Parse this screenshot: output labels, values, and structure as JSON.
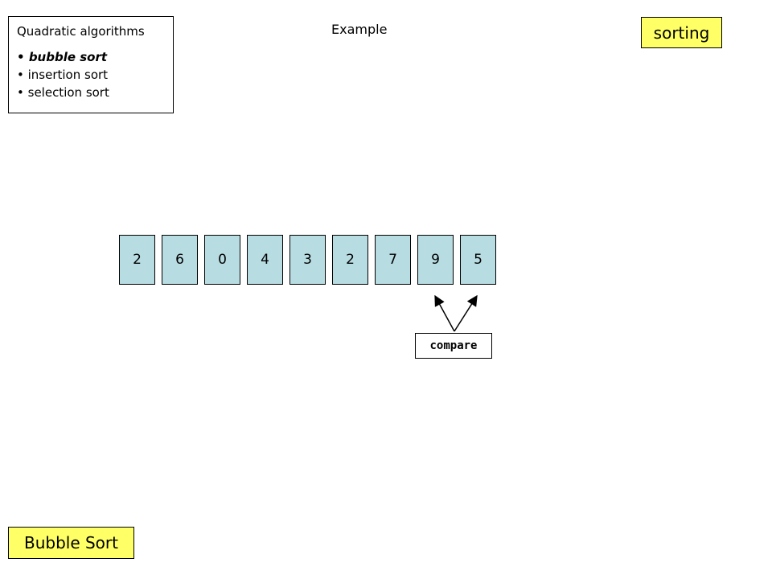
{
  "algorithms": {
    "title": "Quadratic algorithms",
    "items": [
      {
        "label": "bubble sort",
        "active": true
      },
      {
        "label": "insertion sort",
        "active": false
      },
      {
        "label": "selection sort",
        "active": false
      }
    ]
  },
  "example_label": "Example",
  "topic_tag": "sorting",
  "slide_title": "Bubble Sort",
  "array": {
    "values": [
      "2",
      "6",
      "0",
      "4",
      "3",
      "2",
      "7",
      "9",
      "5"
    ],
    "compare_indices": [
      7,
      8
    ]
  },
  "compare_label": "compare",
  "colors": {
    "cell_fill": "#b7dde3",
    "tag_fill": "#ffff66"
  }
}
